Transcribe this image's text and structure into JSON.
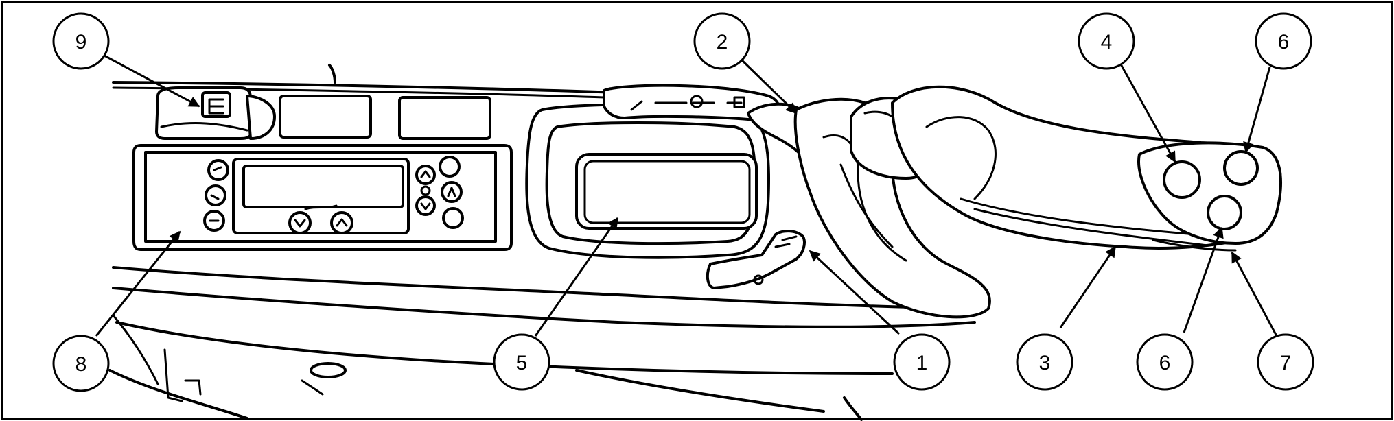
{
  "callouts": [
    {
      "id": "c9",
      "label": "9",
      "target": "rocker-switch"
    },
    {
      "id": "c2",
      "label": "2",
      "target": "throttle-lever"
    },
    {
      "id": "c4",
      "label": "4",
      "target": "joystick-button-top-left"
    },
    {
      "id": "c6a",
      "label": "6",
      "target": "joystick-button-top-right"
    },
    {
      "id": "c8",
      "label": "8",
      "target": "control-panel"
    },
    {
      "id": "c5",
      "label": "5",
      "target": "display-recess"
    },
    {
      "id": "c1",
      "label": "1",
      "target": "lock-lever"
    },
    {
      "id": "c3",
      "label": "3",
      "target": "joystick-grip"
    },
    {
      "id": "c6b",
      "label": "6",
      "target": "joystick-button-bottom"
    },
    {
      "id": "c7",
      "label": "7",
      "target": "joystick-trigger"
    }
  ]
}
